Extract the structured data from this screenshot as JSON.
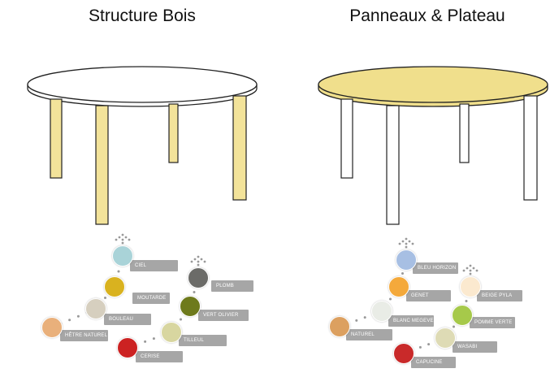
{
  "left": {
    "title": "Structure Bois",
    "leg_color": "#f3e39a",
    "top_color": "#ffffff",
    "swatches": [
      {
        "name": "Ciel",
        "color": "#a9d3d8"
      },
      {
        "name": "Moutarde",
        "color": "#d9b21f"
      },
      {
        "name": "Bouleau",
        "color": "#d6cfbf"
      },
      {
        "name": "Hêtre Naturel",
        "color": "#e9b07b"
      },
      {
        "name": "Plomb",
        "color": "#6b6b68"
      },
      {
        "name": "Vert Olivier",
        "color": "#6e7a1c"
      },
      {
        "name": "Tilleul",
        "color": "#d8d6a0"
      },
      {
        "name": "Cerise",
        "color": "#cc2222"
      }
    ]
  },
  "right": {
    "title": "Panneaux & Plateau",
    "leg_color": "#ffffff",
    "top_color": "#f0df8c",
    "swatches": [
      {
        "name": "Bleu Horizon",
        "color": "#a7bfe3"
      },
      {
        "name": "Genet",
        "color": "#f4a93b"
      },
      {
        "name": "Blanc Megeve",
        "color": "#e9ece6"
      },
      {
        "name": "Naturel",
        "color": "#dca060"
      },
      {
        "name": "Beige Pyla",
        "color": "#fbe9cf"
      },
      {
        "name": "Pomme Verte",
        "color": "#a6c94a"
      },
      {
        "name": "Wasabi",
        "color": "#dedbb5"
      },
      {
        "name": "Capucine",
        "color": "#c92a2a"
      }
    ]
  }
}
